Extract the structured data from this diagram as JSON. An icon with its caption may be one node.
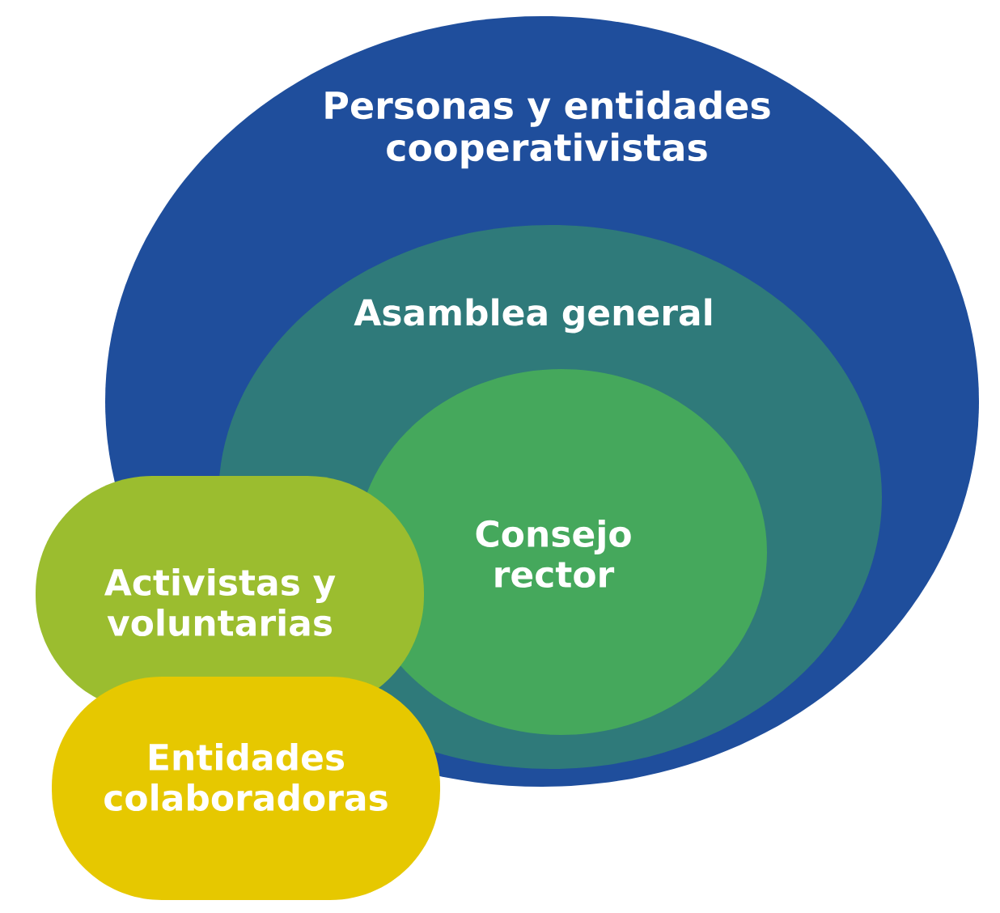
{
  "diagram": {
    "nodes": [
      {
        "text": [
          "Personas y entidades cooperativistas"
        ]
      },
      {
        "text": [
          "Asamblea general"
        ],
        "in": 0
      },
      {
        "text": [
          "Consejo rector"
        ],
        "in": 1
      },
      {
        "text": [
          "Activistas y voluntarias"
        ]
      },
      {
        "text": [
          "Entidades colaboradoras"
        ]
      }
    ]
  }
}
